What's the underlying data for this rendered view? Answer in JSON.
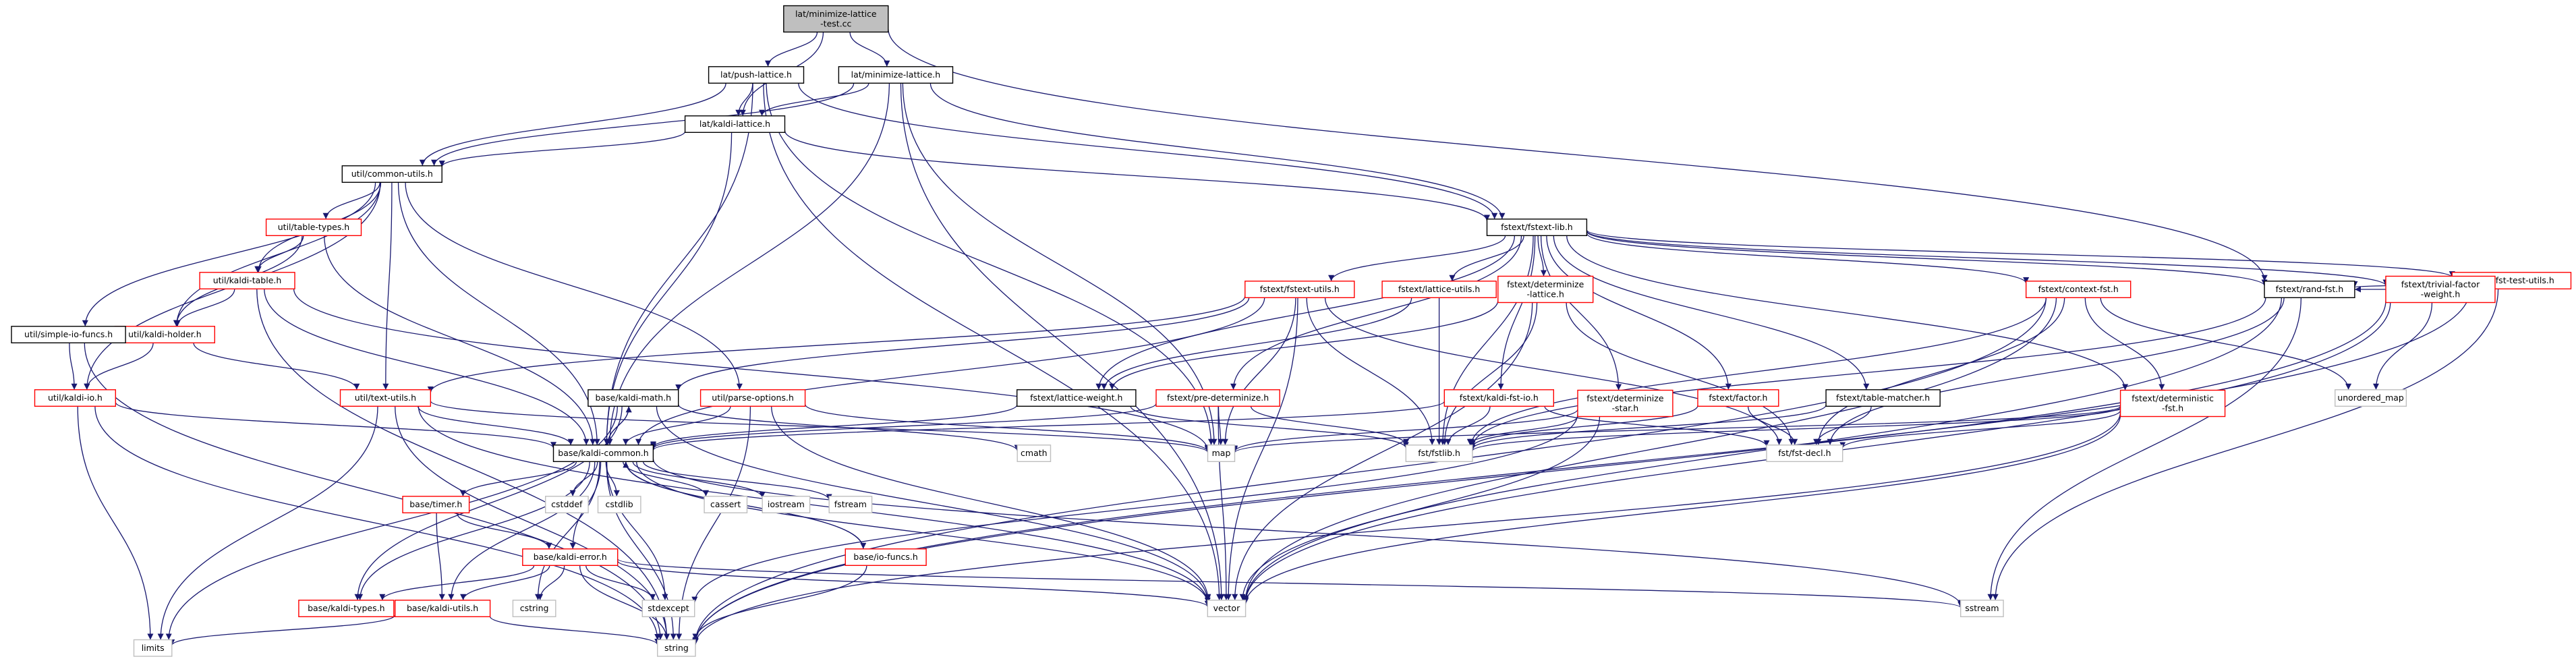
{
  "graph": {
    "colors": {
      "edge": "#191970",
      "root_fill": "#bfbfbf",
      "node_fill": "#ffffff",
      "node_border": "#000000",
      "node_border_red": "#ff0000",
      "system_border": "#bfbfbf",
      "text": "#000000"
    },
    "nodes": [
      {
        "id": "root",
        "lines": [
          "lat/minimize-lattice",
          "-test.cc"
        ],
        "style": "root"
      },
      {
        "id": "push",
        "lines": [
          "lat/push-lattice.h"
        ],
        "style": "normal"
      },
      {
        "id": "minlat",
        "lines": [
          "lat/minimize-lattice.h"
        ],
        "style": "normal"
      },
      {
        "id": "kaldilat",
        "lines": [
          "lat/kaldi-lattice.h"
        ],
        "style": "normal"
      },
      {
        "id": "common",
        "lines": [
          "util/common-utils.h"
        ],
        "style": "normal"
      },
      {
        "id": "fstextlib",
        "lines": [
          "fstext/fstext-lib.h"
        ],
        "style": "normal"
      },
      {
        "id": "tabletypes",
        "lines": [
          "util/table-types.h"
        ],
        "style": "red"
      },
      {
        "id": "kaldtable",
        "lines": [
          "util/kaldi-table.h"
        ],
        "style": "red"
      },
      {
        "id": "kaldholder",
        "lines": [
          "util/kaldi-holder.h"
        ],
        "style": "red"
      },
      {
        "id": "simpleio",
        "lines": [
          "util/simple-io-funcs.h"
        ],
        "style": "normal"
      },
      {
        "id": "kaldiio",
        "lines": [
          "util/kaldi-io.h"
        ],
        "style": "red"
      },
      {
        "id": "textutils",
        "lines": [
          "util/text-utils.h"
        ],
        "style": "red"
      },
      {
        "id": "parseopt",
        "lines": [
          "util/parse-options.h"
        ],
        "style": "red"
      },
      {
        "id": "kaldimath",
        "lines": [
          "base/kaldi-math.h"
        ],
        "style": "normal"
      },
      {
        "id": "kaldicommon",
        "lines": [
          "base/kaldi-common.h"
        ],
        "style": "normal"
      },
      {
        "id": "timer",
        "lines": [
          "base/timer.h"
        ],
        "style": "red"
      },
      {
        "id": "kaldierror",
        "lines": [
          "base/kaldi-error.h"
        ],
        "style": "red"
      },
      {
        "id": "kalditypes",
        "lines": [
          "base/kaldi-types.h"
        ],
        "style": "red"
      },
      {
        "id": "kaldiutils",
        "lines": [
          "base/kaldi-utils.h"
        ],
        "style": "red"
      },
      {
        "id": "iofuncs",
        "lines": [
          "base/io-funcs.h"
        ],
        "style": "red"
      },
      {
        "id": "fstextutils",
        "lines": [
          "fstext/fstext-utils.h"
        ],
        "style": "red"
      },
      {
        "id": "latutils",
        "lines": [
          "fstext/lattice-utils.h"
        ],
        "style": "red"
      },
      {
        "id": "determlat",
        "lines": [
          "fstext/determinize",
          "-lattice.h"
        ],
        "style": "red"
      },
      {
        "id": "predet",
        "lines": [
          "fstext/pre-determinize.h"
        ],
        "style": "red"
      },
      {
        "id": "latweight",
        "lines": [
          "fstext/lattice-weight.h"
        ],
        "style": "normal"
      },
      {
        "id": "kaldifstio",
        "lines": [
          "fstext/kaldi-fst-io.h"
        ],
        "style": "red"
      },
      {
        "id": "determstar",
        "lines": [
          "fstext/determinize",
          "-star.h"
        ],
        "style": "red"
      },
      {
        "id": "factor",
        "lines": [
          "fstext/factor.h"
        ],
        "style": "red"
      },
      {
        "id": "tablematcher",
        "lines": [
          "fstext/table-matcher.h"
        ],
        "style": "normal"
      },
      {
        "id": "contextfst",
        "lines": [
          "fstext/context-fst.h"
        ],
        "style": "red"
      },
      {
        "id": "deterministic",
        "lines": [
          "fstext/deterministic",
          "-fst.h"
        ],
        "style": "red"
      },
      {
        "id": "randfst",
        "lines": [
          "fstext/rand-fst.h"
        ],
        "style": "normal"
      },
      {
        "id": "fsttestutils",
        "lines": [
          "fstext/fst-test-utils.h"
        ],
        "style": "red"
      },
      {
        "id": "trivial",
        "lines": [
          "fstext/trivial-factor",
          "-weight.h"
        ],
        "style": "red"
      },
      {
        "id": "fstlib",
        "lines": [
          "fst/fstlib.h"
        ],
        "style": "system"
      },
      {
        "id": "fstdecl",
        "lines": [
          "fst/fst-decl.h"
        ],
        "style": "system"
      },
      {
        "id": "map",
        "lines": [
          "map"
        ],
        "style": "system"
      },
      {
        "id": "vector",
        "lines": [
          "vector"
        ],
        "style": "system"
      },
      {
        "id": "string",
        "lines": [
          "string"
        ],
        "style": "system"
      },
      {
        "id": "limits",
        "lines": [
          "limits"
        ],
        "style": "system"
      },
      {
        "id": "cmath",
        "lines": [
          "cmath"
        ],
        "style": "system"
      },
      {
        "id": "cstddef",
        "lines": [
          "cstddef"
        ],
        "style": "system"
      },
      {
        "id": "cstdlib",
        "lines": [
          "cstdlib"
        ],
        "style": "system"
      },
      {
        "id": "cassert",
        "lines": [
          "cassert"
        ],
        "style": "system"
      },
      {
        "id": "iostream",
        "lines": [
          "iostream"
        ],
        "style": "system"
      },
      {
        "id": "fstream",
        "lines": [
          "fstream"
        ],
        "style": "system"
      },
      {
        "id": "cstring",
        "lines": [
          "cstring"
        ],
        "style": "system"
      },
      {
        "id": "stdexcept",
        "lines": [
          "stdexcept"
        ],
        "style": "system"
      },
      {
        "id": "sstream",
        "lines": [
          "sstream"
        ],
        "style": "system"
      },
      {
        "id": "unordered_map",
        "lines": [
          "unordered_map"
        ],
        "style": "system"
      }
    ],
    "edges": [
      [
        "root",
        "push"
      ],
      [
        "root",
        "minlat"
      ],
      [
        "root",
        "kaldilat"
      ],
      [
        "root",
        "randfst"
      ],
      [
        "push",
        "kaldilat"
      ],
      [
        "push",
        "common"
      ],
      [
        "push",
        "fstextlib"
      ],
      [
        "push",
        "kaldicommon"
      ],
      [
        "push",
        "map"
      ],
      [
        "push",
        "vector"
      ],
      [
        "minlat",
        "kaldilat"
      ],
      [
        "minlat",
        "common"
      ],
      [
        "minlat",
        "fstextlib"
      ],
      [
        "minlat",
        "kaldicommon"
      ],
      [
        "minlat",
        "vector"
      ],
      [
        "minlat",
        "map"
      ],
      [
        "kaldilat",
        "common"
      ],
      [
        "kaldilat",
        "fstextlib"
      ],
      [
        "kaldilat",
        "kaldicommon"
      ],
      [
        "common",
        "tabletypes"
      ],
      [
        "common",
        "kaldtable"
      ],
      [
        "common",
        "kaldholder"
      ],
      [
        "common",
        "simpleio"
      ],
      [
        "common",
        "kaldiio"
      ],
      [
        "common",
        "textutils"
      ],
      [
        "common",
        "parseopt"
      ],
      [
        "common",
        "kaldicommon"
      ],
      [
        "tabletypes",
        "kaldtable"
      ],
      [
        "tabletypes",
        "kaldholder"
      ],
      [
        "tabletypes",
        "kaldicommon"
      ],
      [
        "kaldtable",
        "kaldholder"
      ],
      [
        "kaldtable",
        "kaldicommon"
      ],
      [
        "kaldtable",
        "map"
      ],
      [
        "kaldtable",
        "string"
      ],
      [
        "kaldholder",
        "kaldiio"
      ],
      [
        "kaldholder",
        "textutils"
      ],
      [
        "simpleio",
        "kaldiio"
      ],
      [
        "simpleio",
        "string"
      ],
      [
        "kaldiio",
        "kaldicommon"
      ],
      [
        "kaldiio",
        "limits"
      ],
      [
        "kaldiio",
        "string"
      ],
      [
        "textutils",
        "kaldicommon"
      ],
      [
        "textutils",
        "limits"
      ],
      [
        "textutils",
        "map"
      ],
      [
        "textutils",
        "string"
      ],
      [
        "textutils",
        "vector"
      ],
      [
        "parseopt",
        "kaldicommon"
      ],
      [
        "parseopt",
        "map"
      ],
      [
        "parseopt",
        "string"
      ],
      [
        "parseopt",
        "vector"
      ],
      [
        "kaldimath",
        "kaldicommon"
      ],
      [
        "kaldimath",
        "kalditypes"
      ],
      [
        "kaldimath",
        "limits"
      ],
      [
        "kaldimath",
        "cmath"
      ],
      [
        "kaldimath",
        "vector"
      ],
      [
        "kaldicommon",
        "kaldimath"
      ],
      [
        "kaldicommon",
        "timer"
      ],
      [
        "kaldicommon",
        "kaldierror"
      ],
      [
        "kaldicommon",
        "kalditypes"
      ],
      [
        "kaldicommon",
        "kaldiutils"
      ],
      [
        "kaldicommon",
        "iofuncs"
      ],
      [
        "kaldicommon",
        "cstddef"
      ],
      [
        "kaldicommon",
        "cstdlib"
      ],
      [
        "kaldicommon",
        "cassert"
      ],
      [
        "kaldicommon",
        "iostream"
      ],
      [
        "kaldicommon",
        "fstream"
      ],
      [
        "kaldicommon",
        "cstring"
      ],
      [
        "kaldicommon",
        "stdexcept"
      ],
      [
        "kaldicommon",
        "sstream"
      ],
      [
        "kaldicommon",
        "string"
      ],
      [
        "kaldicommon",
        "vector"
      ],
      [
        "timer",
        "kaldiutils"
      ],
      [
        "timer",
        "kaldierror"
      ],
      [
        "kaldierror",
        "kalditypes"
      ],
      [
        "kaldierror",
        "kaldiutils"
      ],
      [
        "kaldierror",
        "cstring"
      ],
      [
        "kaldierror",
        "stdexcept"
      ],
      [
        "kaldierror",
        "string"
      ],
      [
        "kaldierror",
        "vector"
      ],
      [
        "kaldierror",
        "sstream"
      ],
      [
        "kaldiutils",
        "limits"
      ],
      [
        "kaldiutils",
        "string"
      ],
      [
        "iofuncs",
        "kaldicommon"
      ],
      [
        "iofuncs",
        "string"
      ],
      [
        "fstextlib",
        "fstextutils"
      ],
      [
        "fstextlib",
        "latutils"
      ],
      [
        "fstextlib",
        "determlat"
      ],
      [
        "fstextlib",
        "predet"
      ],
      [
        "fstextlib",
        "latweight"
      ],
      [
        "fstextlib",
        "kaldifstio"
      ],
      [
        "fstextlib",
        "determstar"
      ],
      [
        "fstextlib",
        "factor"
      ],
      [
        "fstextlib",
        "tablematcher"
      ],
      [
        "fstextlib",
        "contextfst"
      ],
      [
        "fstextlib",
        "deterministic"
      ],
      [
        "fstextlib",
        "randfst"
      ],
      [
        "fstextlib",
        "fsttestutils"
      ],
      [
        "fstextlib",
        "trivial"
      ],
      [
        "fstextlib",
        "fstlib"
      ],
      [
        "fstextutils",
        "textutils"
      ],
      [
        "fstextutils",
        "kaldimath"
      ],
      [
        "fstextutils",
        "kaldicommon"
      ],
      [
        "fstextutils",
        "fstlib"
      ],
      [
        "fstextutils",
        "map"
      ],
      [
        "fstextutils",
        "vector"
      ],
      [
        "fstextutils",
        "fstdecl"
      ],
      [
        "latutils",
        "latweight"
      ],
      [
        "latutils",
        "fstlib"
      ],
      [
        "determlat",
        "fstlib"
      ],
      [
        "determlat",
        "latweight"
      ],
      [
        "determlat",
        "fstdecl"
      ],
      [
        "determlat",
        "vector"
      ],
      [
        "predet",
        "kaldicommon"
      ],
      [
        "predet",
        "fstlib"
      ],
      [
        "predet",
        "map"
      ],
      [
        "predet",
        "vector"
      ],
      [
        "latweight",
        "kaldicommon"
      ],
      [
        "latweight",
        "fstlib"
      ],
      [
        "kaldifstio",
        "kaldicommon"
      ],
      [
        "kaldifstio",
        "fstlib"
      ],
      [
        "kaldifstio",
        "fstdecl"
      ],
      [
        "determstar",
        "fstlib"
      ],
      [
        "determstar",
        "map"
      ],
      [
        "determstar",
        "vector"
      ],
      [
        "determstar",
        "stdexcept"
      ],
      [
        "factor",
        "fstlib"
      ],
      [
        "factor",
        "fstdecl"
      ],
      [
        "tablematcher",
        "fstlib"
      ],
      [
        "tablematcher",
        "fstdecl"
      ],
      [
        "contextfst",
        "fstlib"
      ],
      [
        "contextfst",
        "fstdecl"
      ],
      [
        "contextfst",
        "deterministic"
      ],
      [
        "contextfst",
        "unordered_map"
      ],
      [
        "contextfst",
        "vector"
      ],
      [
        "contextfst",
        "string"
      ],
      [
        "deterministic",
        "fstlib"
      ],
      [
        "deterministic",
        "fstdecl"
      ],
      [
        "deterministic",
        "vector"
      ],
      [
        "deterministic",
        "map"
      ],
      [
        "deterministic",
        "string"
      ],
      [
        "randfst",
        "fstlib"
      ],
      [
        "randfst",
        "fstdecl"
      ],
      [
        "randfst",
        "sstream"
      ],
      [
        "randfst",
        "vector"
      ],
      [
        "fsttestutils",
        "randfst"
      ],
      [
        "fsttestutils",
        "sstream"
      ],
      [
        "fsttestutils",
        "string"
      ],
      [
        "trivial",
        "randfst"
      ],
      [
        "trivial",
        "unordered_map"
      ],
      [
        "trivial",
        "string"
      ],
      [
        "trivial",
        "vector"
      ]
    ]
  }
}
